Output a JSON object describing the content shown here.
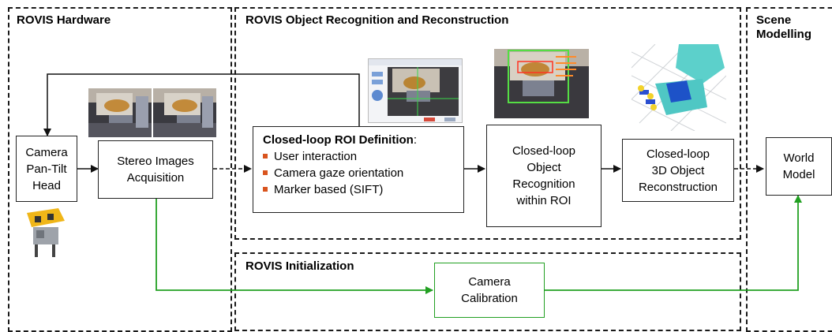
{
  "groups": {
    "hardware": "ROVIS Hardware",
    "recognition": "ROVIS Object Recognition and Reconstruction",
    "initialization": "ROVIS Initialization",
    "scene_line1": "Scene",
    "scene_line2": "Modelling"
  },
  "nodes": {
    "camera_head": [
      "Camera",
      "Pan-Tilt",
      "Head"
    ],
    "stereo": [
      "Stereo Images",
      "Acquisition"
    ],
    "roi": {
      "title": "Closed-loop ROI Definition",
      "title_suffix": ":",
      "items": [
        "User interaction",
        "Camera gaze orientation",
        "Marker based (SIFT)"
      ]
    },
    "recognition": [
      "Closed-loop",
      "Object",
      "Recognition",
      "within ROI"
    ],
    "reconstruction": [
      "Closed-loop",
      "3D Object",
      "Reconstruction"
    ],
    "world_model": [
      "World",
      "Model"
    ],
    "calibration": [
      "Camera",
      "Calibration"
    ]
  },
  "colors": {
    "calibration_flow": "#22a022",
    "roi_bullet": "#d9541e",
    "detection_box": "#55dd44",
    "reconstruction_object": "#4fc7c4",
    "reconstruction_block": "#1d52c8"
  },
  "thumbnails": [
    "stereo-left-image",
    "stereo-right-image",
    "roi-gui-screenshot",
    "recognition-result-image",
    "3d-reconstruction-render",
    "pan-tilt-head-photo"
  ]
}
